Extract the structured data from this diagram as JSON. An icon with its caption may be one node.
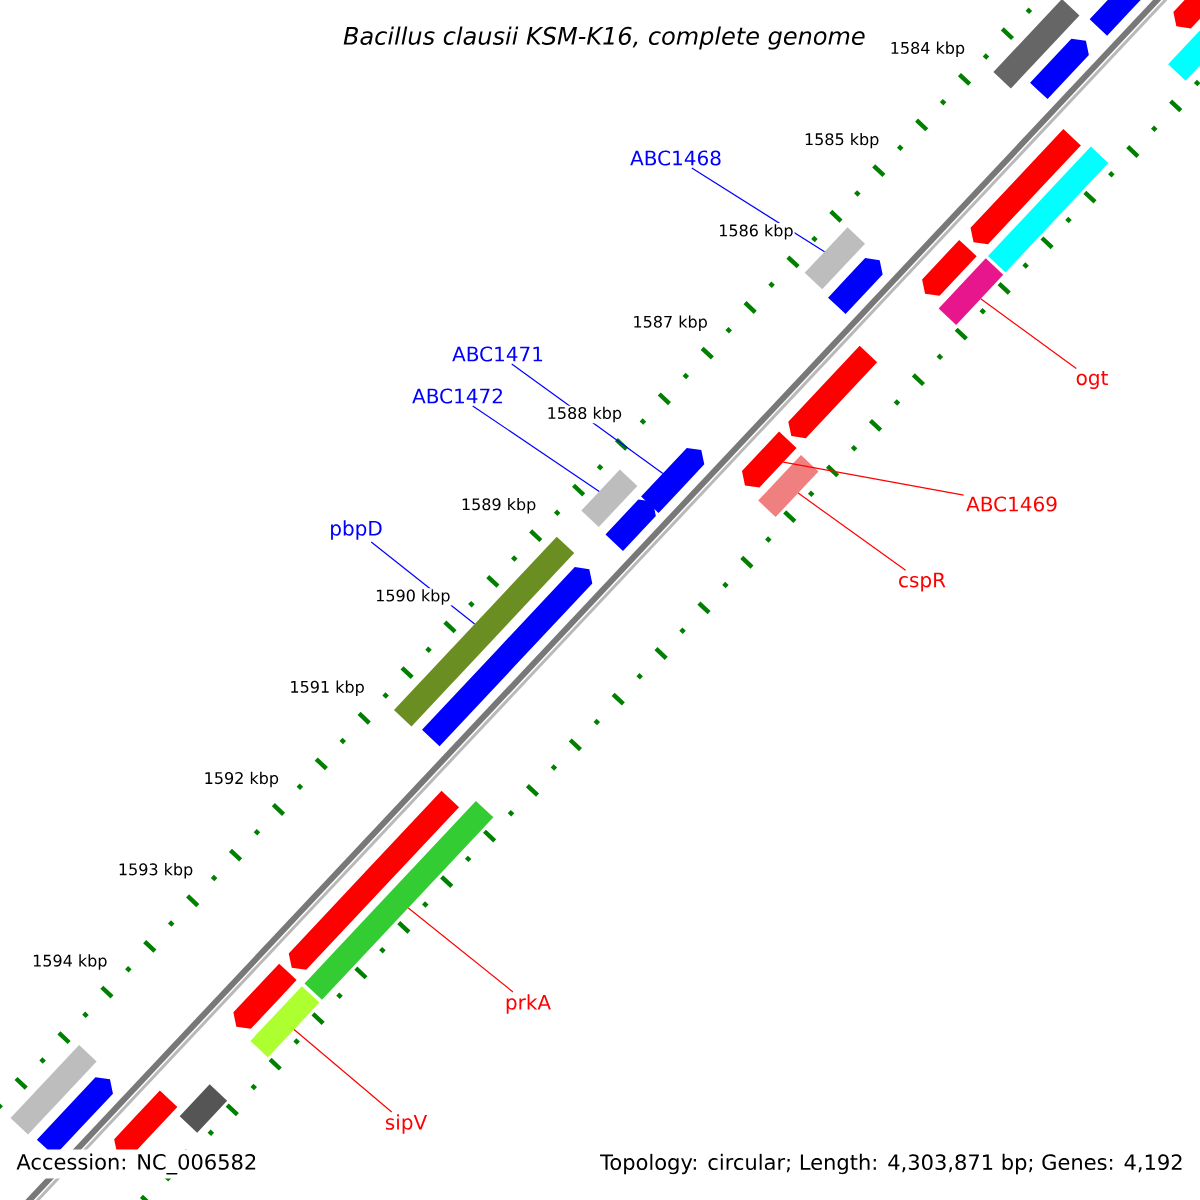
{
  "diagram": {
    "title": "Bacillus clausii KSM-K16, complete genome",
    "nodes": [
      {
        "text": [
          "ABC1468"
        ]
      },
      {
        "text": [],
        "shape": "bar"
      },
      {
        "text": [
          "ABC1471"
        ]
      },
      {
        "text": [],
        "shape": "bar"
      },
      {
        "text": [
          "ogt"
        ]
      },
      {
        "text": [],
        "shape": "bar"
      },
      {
        "text": [
          "ABC1472"
        ]
      },
      {
        "text": [],
        "shape": "bar"
      },
      {
        "text": [
          "ABC1469"
        ]
      },
      {
        "text": [],
        "shape": "bar"
      },
      {
        "text": [
          "pbpD"
        ]
      },
      {
        "text": [],
        "shape": "bar"
      },
      {
        "text": [
          "cspR"
        ]
      },
      {
        "text": [],
        "shape": "bar"
      },
      {
        "text": [
          "prkA"
        ]
      },
      {
        "text": [],
        "shape": "bar"
      },
      {
        "text": [
          "sipV"
        ]
      },
      {
        "text": [],
        "shape": "bar"
      },
      {
        "text": [],
        "shape": "bar"
      },
      {
        "text": [],
        "shape": "bar"
      },
      {
        "text": [],
        "shape": "bar"
      },
      {
        "text": [],
        "shape": "bar"
      },
      {
        "text": [],
        "shape": "bar"
      },
      {
        "text": [],
        "shape": "bar"
      },
      {
        "text": [],
        "shape": "bar"
      },
      {
        "text": [],
        "shape": "bar"
      },
      {
        "text": [],
        "shape": "bar"
      },
      {
        "text": [],
        "shape": "bar"
      },
      {
        "text": [],
        "shape": "bar"
      },
      {
        "text": [],
        "shape": "bar"
      },
      {
        "text": [],
        "shape": "bar"
      },
      {
        "text": [],
        "shape": "bar"
      },
      {
        "text": [],
        "shape": "bar"
      },
      {
        "text": [],
        "shape": "bar"
      },
      {
        "text": [],
        "shape": "bar"
      },
      {
        "text": [],
        "shape": "bar"
      }
    ],
    "edges": [
      {
        "from": 0,
        "to": 1,
        "arrow": "none",
        "color": "#0000ff"
      },
      {
        "from": 2,
        "to": 3,
        "arrow": "none",
        "color": "#0000ff"
      },
      {
        "from": 4,
        "to": 5,
        "arrow": "none"
      },
      {
        "from": 6,
        "to": 7,
        "arrow": "none",
        "color": "#0000ff"
      },
      {
        "from": 8,
        "to": 9,
        "arrow": "none"
      },
      {
        "from": 10,
        "to": 11,
        "arrow": "none",
        "color": "#0000ff"
      },
      {
        "from": 12,
        "to": 13,
        "arrow": "none"
      },
      {
        "from": 14,
        "to": 15,
        "arrow": "none"
      },
      {
        "from": 16,
        "to": 17,
        "arrow": "none"
      }
    ],
    "labels": [
      "1584 kbp",
      "1585 kbp",
      "1586 kbp",
      "1587 kbp",
      "1588 kbp",
      "1589 kbp",
      "1590 kbp",
      "1591 kbp",
      "1592 kbp",
      "1593 kbp",
      "1594 kbp",
      "Accession: NC_006582",
      "Topology: circular; Length: 4,303,871 bp; Genes: 4,192"
    ]
  }
}
